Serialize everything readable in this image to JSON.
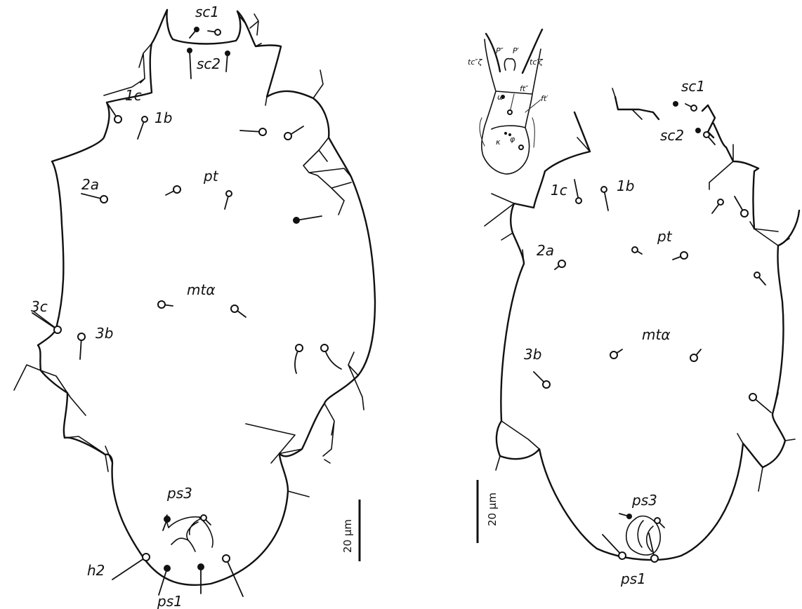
{
  "left_view": {
    "labels": {
      "sc1": "sc1",
      "sc2": "sc2",
      "c1": "1c",
      "b1": "1b",
      "pt": "pt",
      "a2": "2a",
      "mta": "mtα",
      "c3": "3c",
      "b3": "3b",
      "ps3": "ps3",
      "h2": "h2",
      "ps1": "ps1"
    },
    "scale_bar": "20 µm"
  },
  "right_view": {
    "labels": {
      "sc1": "sc1",
      "sc2": "sc2",
      "c1": "1c",
      "b1": "1b",
      "pt": "pt",
      "a2": "2a",
      "mta": "mtα",
      "b3": "3b",
      "ps3": "ps3",
      "ps1": "ps1"
    },
    "scale_bar": "20 µm",
    "leg_inset": {
      "labels": {
        "tc2": "tc″ζ",
        "p2": "P″",
        "p1": "P′",
        "tc1": "tc′ζ",
        "omega": "ω",
        "ft2": "ft″",
        "ft1": "ft′",
        "kappa": "κ",
        "phi": "φ"
      }
    }
  }
}
